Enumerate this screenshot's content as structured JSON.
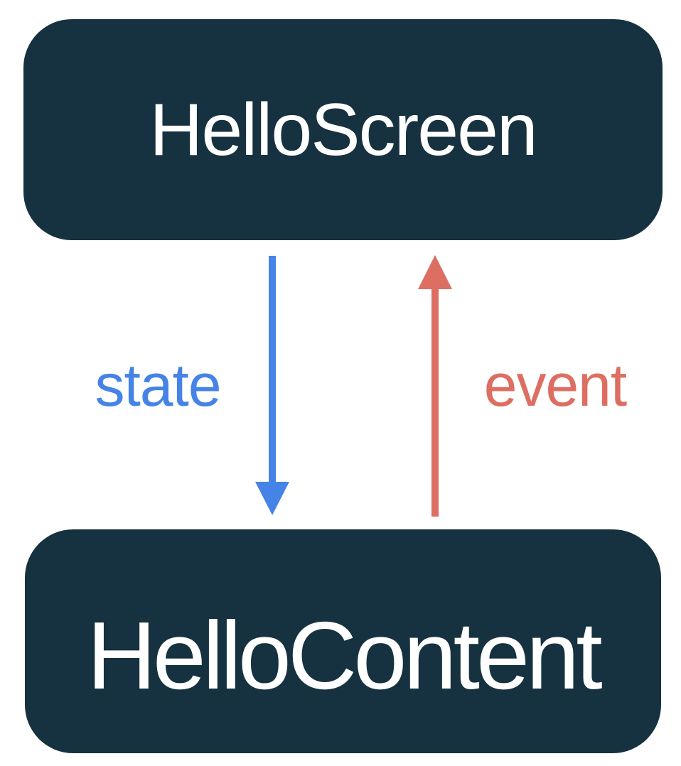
{
  "diagram": {
    "nodes": [
      {
        "id": "hello-screen",
        "label": "HelloScreen"
      },
      {
        "id": "hello-content",
        "label": "HelloContent"
      }
    ],
    "arrows": [
      {
        "id": "state",
        "label": "state",
        "direction": "down",
        "from": "HelloScreen",
        "to": "HelloContent",
        "color": "#4583E6"
      },
      {
        "id": "event",
        "label": "event",
        "direction": "up",
        "from": "HelloContent",
        "to": "HelloScreen",
        "color": "#DD6E62"
      }
    ],
    "colors": {
      "background": "#FFFFFF",
      "node_fill": "#16313F",
      "node_text": "#FFFFFF"
    }
  }
}
